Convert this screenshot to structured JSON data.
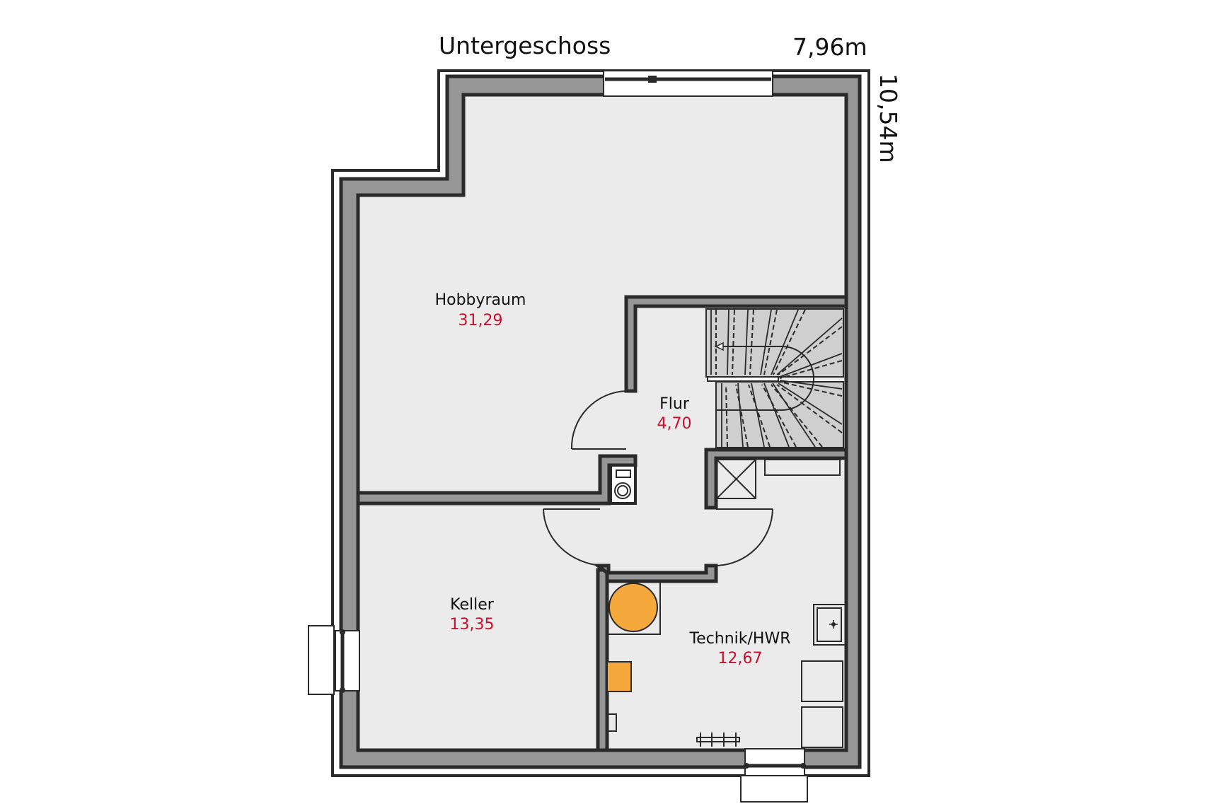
{
  "plan": {
    "title": "Untergeschoss",
    "width_dimension": "7,96m",
    "depth_dimension": "10,54m"
  },
  "rooms": [
    {
      "name": "Hobbyraum",
      "area": "31,29"
    },
    {
      "name": "Flur",
      "area": "4,70"
    },
    {
      "name": "Keller",
      "area": "13,35"
    },
    {
      "name": "Technik/HWR",
      "area": "12,67"
    }
  ],
  "colors": {
    "wall_fill": "#969696",
    "wall_stroke": "#2a2a2a",
    "floor": "#ebebeb",
    "stair": "#cfcfcf",
    "area_text": "#c8102e",
    "equipment": "#f5a93c"
  },
  "fixtures": [
    {
      "type": "washing-machine",
      "room": "Flur"
    },
    {
      "type": "shaft",
      "room": "Technik/HWR"
    },
    {
      "type": "heat-tank",
      "room": "Technik/HWR"
    },
    {
      "type": "heating-unit",
      "room": "Technik/HWR"
    },
    {
      "type": "sink",
      "room": "Technik/HWR"
    },
    {
      "type": "appliance-stack",
      "room": "Technik/HWR"
    },
    {
      "type": "radiator",
      "room": "Technik/HWR"
    },
    {
      "type": "staircase",
      "room": "Flur"
    }
  ]
}
